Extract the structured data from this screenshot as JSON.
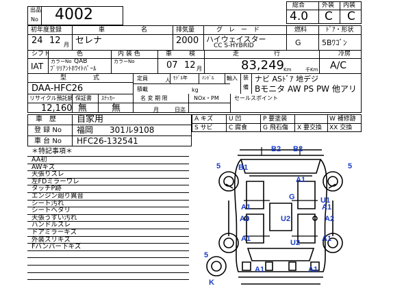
{
  "lot": {
    "label_top": "出品",
    "label_bottom": "No",
    "number": "4002"
  },
  "score": {
    "labels": [
      "総合",
      "外装",
      "内装"
    ],
    "values": [
      "4.0",
      "C",
      "C"
    ]
  },
  "row1": {
    "labels": [
      "初年度登録",
      "車",
      "名",
      "排気量",
      "グ　レ　ー　ド",
      "燃料",
      "ﾄﾞｱ・形状"
    ],
    "year": "24",
    "month": "12",
    "month_unit": "月",
    "model": "セレナ",
    "displacement": "2000",
    "grade_line1": "ハイウェイスター",
    "grade_line2": "CC S-HYBRID",
    "fuel": "G",
    "body": "5Bﾜｺﾞﾝ"
  },
  "row2": {
    "labels": [
      "シフト",
      "色",
      "内 装 色",
      "車",
      "検",
      "走",
      "行",
      "冷房"
    ],
    "shift": "IAT",
    "color_no_label": "カラーNo",
    "color_no": "QAB",
    "color_name": "ﾌﾞﾘﾘｱﾝﾄﾎﾜｲﾄﾊﾟｰﾙ",
    "interior_no_label": "カラーNo",
    "inspection_year": "07",
    "inspection_month": "12",
    "inspection_month_unit": "月",
    "mileage": "83,249",
    "mileage_unit_km": "Km",
    "mileage_unit_1000km": "千Km",
    "ac": "A/C"
  },
  "row3": {
    "labels": [
      "型",
      "式",
      "定員",
      "人",
      "ﾓﾃﾞﾙ年",
      "ﾊﾝﾄﾞﾙ",
      "輸入",
      "積載",
      "kg"
    ],
    "model_code": "DAA-HFC26",
    "equip_label_1": "装",
    "equip_label_2": "備",
    "equipment_line1": "ナビ ASﾄﾞｱ 地デジ",
    "equipment_line2": "Bモニタ AW PS PW 他アリ"
  },
  "row4": {
    "labels": [
      "リサイクル預託額",
      "保証書",
      "ｽﾃｯｶｰ",
      "名 変 期 限",
      "NOx・PM",
      "セールスポイント"
    ],
    "recycle": "12,160",
    "warranty": "無",
    "sticker": "無",
    "month_unit": "月",
    "day_unit": "日迄"
  },
  "reg": {
    "history_label": "車　歴",
    "history": "自家用",
    "reg_label": "登 録 No",
    "reg_no": "福岡　　301ル9108",
    "chassis_label": "車 台 No",
    "chassis": "HFC26-132541"
  },
  "legend": {
    "rows": [
      [
        "A キズ",
        "U 凹",
        "P 要塗装",
        "W 補修跡"
      ],
      [
        "S サビ",
        "C 腐食",
        "G 飛石傷",
        "X 要交換",
        "XX 交換"
      ]
    ]
  },
  "notes": {
    "title": "＊特記事項＊",
    "items": [
      "AA初",
      "AWキズ",
      "天張りスレ",
      "左FDミラーワレ",
      "タッチP跡",
      "エンジン廻り異音",
      "シート汚れ",
      "シートへタリ",
      "天張うすい汚れ",
      "ハンドルスレ",
      "ドアミラーキズ",
      "外装スリキズ",
      "Fバンパー下キズ"
    ]
  },
  "marks": {
    "b2_left": "B2",
    "b2_right": "B2",
    "b1": "B1",
    "five_tl": "5",
    "five_tr": "5",
    "five_bl": "5",
    "a1_top": "A1",
    "g": "G",
    "u1": "U1",
    "a1_u1": "A1",
    "a1_left": "A1",
    "a3": "A3",
    "u2_center": "U2",
    "a2": "A2",
    "a1_bl": "A1",
    "a1_br": "A1",
    "u2_low": "U2",
    "a1_bottom_left": "A1",
    "a1_bottom_right": "A1",
    "k": "K"
  }
}
